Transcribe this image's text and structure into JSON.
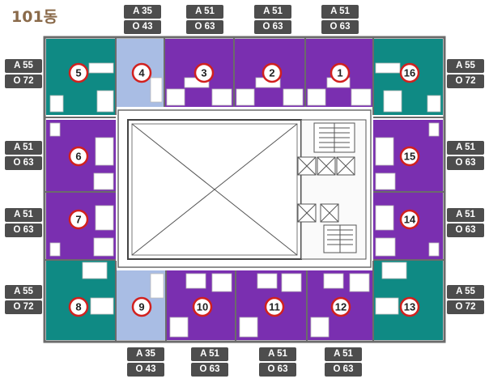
{
  "building_label": "101동",
  "colors": {
    "type_55_72": "#0f8a84",
    "type_51_63": "#7a2fb0",
    "type_35_43": "#a9bde4",
    "wall": "#6b6b6b",
    "core_fill": "#ffffff",
    "badge_bg": "#4d4d4d",
    "unit_circle_ring": "#d1201e"
  },
  "units": [
    {
      "id": "1",
      "type": "51/63"
    },
    {
      "id": "2",
      "type": "51/63"
    },
    {
      "id": "3",
      "type": "51/63"
    },
    {
      "id": "4",
      "type": "35/43"
    },
    {
      "id": "5",
      "type": "55/72"
    },
    {
      "id": "6",
      "type": "51/63"
    },
    {
      "id": "7",
      "type": "51/63"
    },
    {
      "id": "8",
      "type": "55/72"
    },
    {
      "id": "9",
      "type": "35/43"
    },
    {
      "id": "10",
      "type": "51/63"
    },
    {
      "id": "11",
      "type": "51/63"
    },
    {
      "id": "12",
      "type": "51/63"
    },
    {
      "id": "13",
      "type": "55/72"
    },
    {
      "id": "14",
      "type": "51/63"
    },
    {
      "id": "15",
      "type": "51/63"
    },
    {
      "id": "16",
      "type": "55/72"
    }
  ],
  "badges": {
    "top_4": {
      "a": "A 35",
      "o": "O 43"
    },
    "top_3": {
      "a": "A 51",
      "o": "O 63"
    },
    "top_2": {
      "a": "A 51",
      "o": "O 63"
    },
    "top_1": {
      "a": "A 51",
      "o": "O 63"
    },
    "left_5": {
      "a": "A 55",
      "o": "O 72"
    },
    "left_6": {
      "a": "A 51",
      "o": "O 63"
    },
    "left_7": {
      "a": "A 51",
      "o": "O 63"
    },
    "left_8": {
      "a": "A 55",
      "o": "O 72"
    },
    "right_16": {
      "a": "A 55",
      "o": "O 72"
    },
    "right_15": {
      "a": "A 51",
      "o": "O 63"
    },
    "right_14": {
      "a": "A 51",
      "o": "O 63"
    },
    "right_13": {
      "a": "A 55",
      "o": "O 72"
    },
    "bottom_9": {
      "a": "A 35",
      "o": "O 43"
    },
    "bottom_10": {
      "a": "A 51",
      "o": "O 63"
    },
    "bottom_11": {
      "a": "A 51",
      "o": "O 63"
    },
    "bottom_12": {
      "a": "A 51",
      "o": "O 63"
    }
  }
}
